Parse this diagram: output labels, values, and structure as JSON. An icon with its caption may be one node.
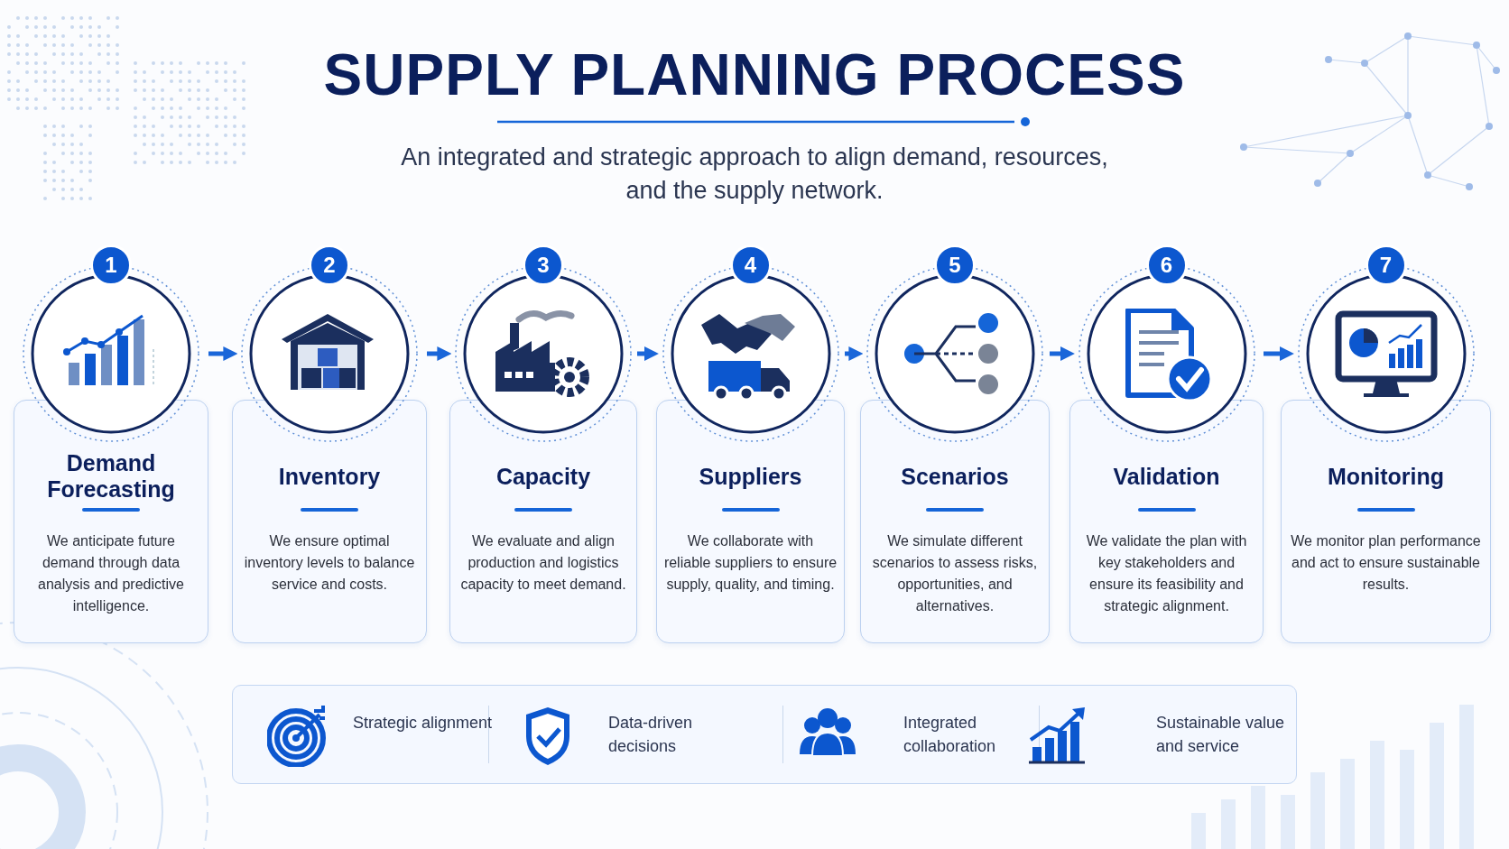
{
  "diagram": {
    "title": "SUPPLY PLANNING PROCESS",
    "nodes": [
      {
        "text": [
          "1",
          "Demand Forecasting",
          "We anticipate future demand through data analysis and predictive intelligence."
        ]
      },
      {
        "text": [
          "2",
          "Inventory",
          "We ensure optimal inventory levels to balance service and costs."
        ]
      },
      {
        "text": [
          "3",
          "Capacity",
          "We evaluate and align production and logistics capacity to meet demand."
        ]
      },
      {
        "text": [
          "4",
          "Suppliers",
          "We collaborate with reliable suppliers to ensure supply, quality, and timing."
        ]
      },
      {
        "text": [
          "5",
          "Scenarios",
          "We simulate different scenarios to assess risks, opportunities, and alternatives."
        ]
      },
      {
        "text": [
          "6",
          "Validation",
          "We validate the plan with key stakeholders and ensure its feasibility and strategic alignment."
        ]
      },
      {
        "text": [
          "7",
          "Monitoring",
          "We monitor plan performance and act to ensure sustainable results."
        ]
      },
      {
        "text": [
          "Strategic alignment",
          "Data-driven decisions",
          "Integrated collaboration",
          "Sustainable value and service"
        ]
      }
    ],
    "edges": [
      {
        "from": 0,
        "to": 1,
        "arrow": "to"
      },
      {
        "from": 1,
        "to": 2,
        "arrow": "to"
      },
      {
        "from": 2,
        "to": 3,
        "arrow": "to"
      },
      {
        "from": 3,
        "to": 4,
        "arrow": "to"
      },
      {
        "from": 4,
        "to": 5,
        "arrow": "to"
      },
      {
        "from": 5,
        "to": 6,
        "arrow": "to"
      }
    ],
    "labels": [
      "An integrated and strategic approach to align demand, resources, and the supply network."
    ]
  }
}
